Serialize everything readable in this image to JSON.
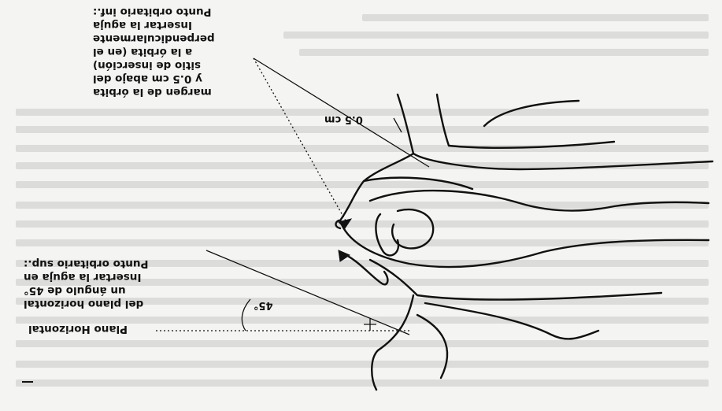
{
  "labels": {
    "superior_point": {
      "lines": [
        "Punto orbitario inf.:",
        "Insertar la aguja",
        "perpendicularmente",
        "a la órbita (en el",
        "sitio de inserción)",
        "y 0.5 cm abajo del",
        "margen de la órbita"
      ]
    },
    "inferior_point": {
      "lines": [
        "Punto orbitario sup.:",
        "Insertar la aguja en",
        "un ángulo de 45°",
        "del plano horizontal"
      ]
    },
    "horizontal_plane": "Plano Horizontal",
    "distance": "0.5 cm",
    "angle": "45°"
  },
  "colors": {
    "ink": "#111111",
    "paper": "#f4f4f2",
    "bg_text": "#c9c9c6"
  }
}
